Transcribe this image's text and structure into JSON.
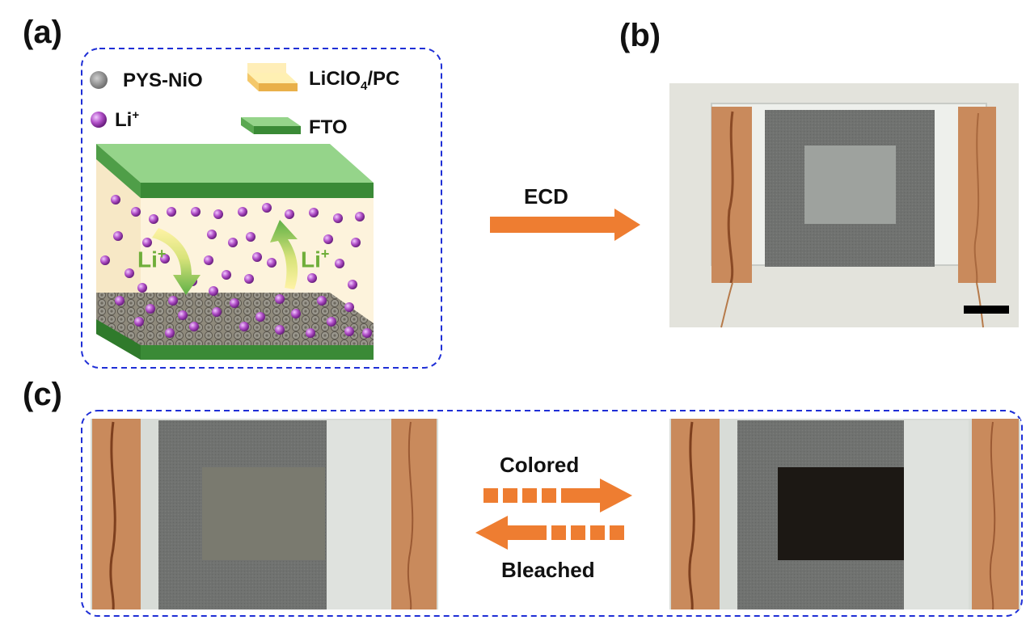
{
  "panels": {
    "a": {
      "label": "(a)",
      "legend": {
        "nio": "PYS-NiO",
        "electrolyte_main": "LiClO",
        "electrolyte_sub": "4",
        "electrolyte_tail": "/PC",
        "li_main": "Li",
        "li_sup": "+",
        "fto": "FTO"
      },
      "arrow_left_main": "Li",
      "arrow_left_sup": "+",
      "arrow_right_main": "Li",
      "arrow_right_sup": "+"
    },
    "b": {
      "label": "(b)",
      "arrow_label": "ECD"
    },
    "c": {
      "label": "(c)",
      "colored_label": "Colored",
      "bleached_label": "Bleached"
    }
  },
  "colors": {
    "dashed_border": "#1f2fd6",
    "fto_green_top": "#95d48a",
    "fto_green_side": "#3a8a36",
    "electrolyte": "#fdf3dc",
    "li_ion": "#b04fc7",
    "arrow_orange": "#ee7d31",
    "copper": "#c98a5c",
    "felt_gray": "#6f716c"
  }
}
